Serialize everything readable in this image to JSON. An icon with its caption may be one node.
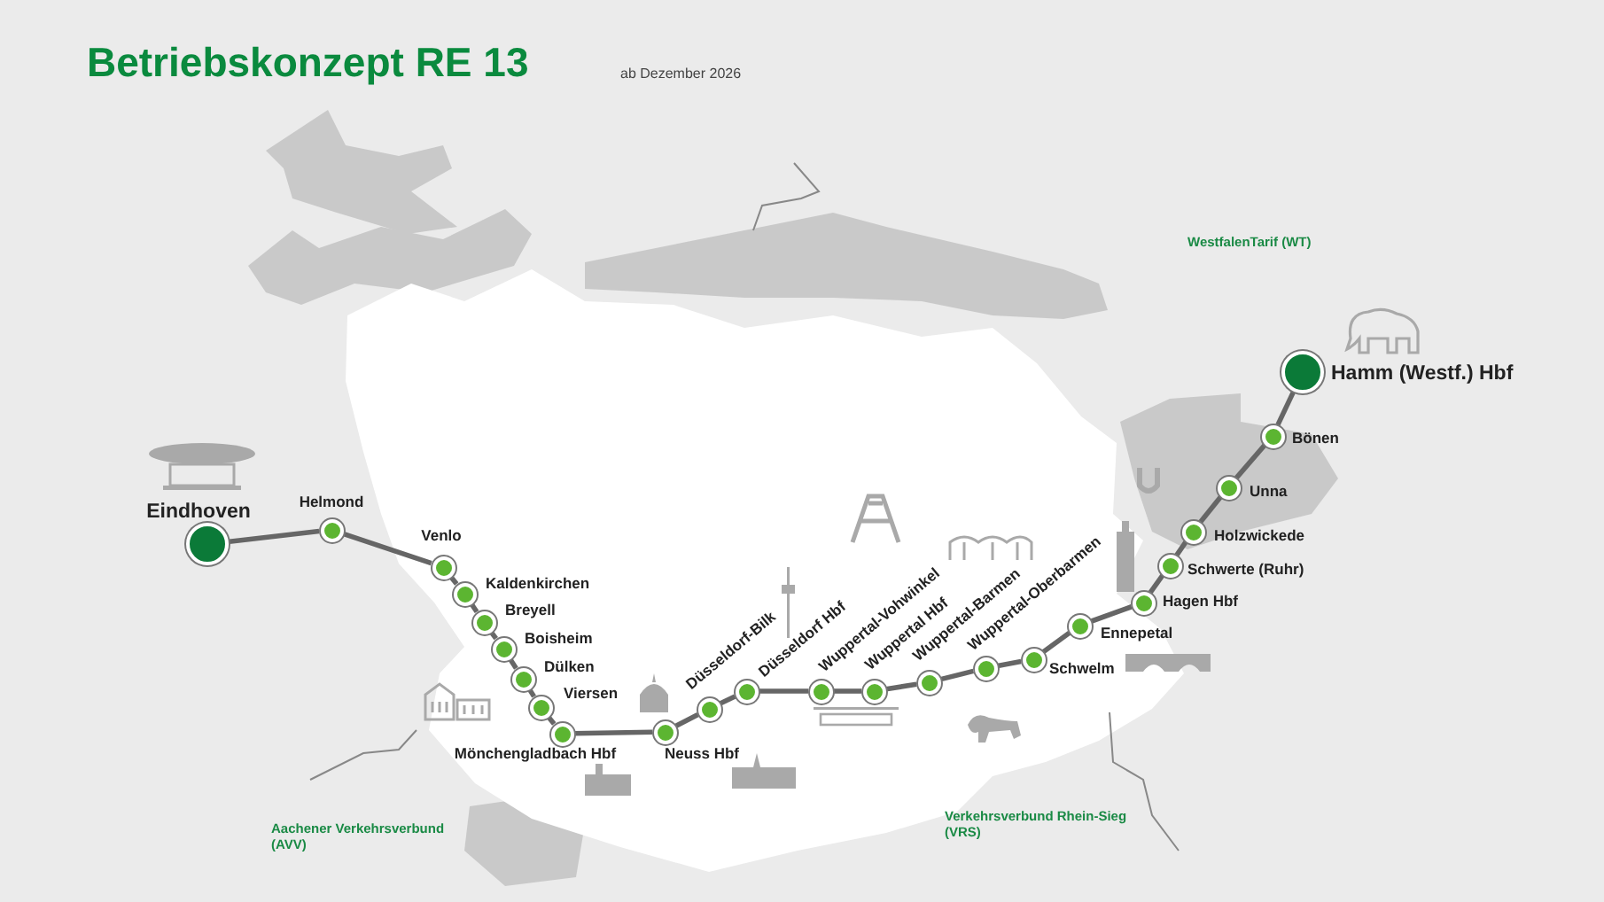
{
  "diagram": {
    "title": "Betriebskonzept RE 13",
    "nodes": [
      {
        "text": [
          "Eindhoven"
        ]
      },
      {
        "text": [
          "Helmond"
        ]
      },
      {
        "text": [
          "Venlo"
        ]
      },
      {
        "text": [
          "Kaldenkirchen"
        ]
      },
      {
        "text": [
          "Breyell"
        ]
      },
      {
        "text": [
          "Boisheim"
        ]
      },
      {
        "text": [
          "Dülken"
        ]
      },
      {
        "text": [
          "Viersen"
        ]
      },
      {
        "text": [
          "Mönchengladbach Hbf"
        ]
      },
      {
        "text": [
          "Neuss Hbf"
        ]
      },
      {
        "text": [
          "Düsseldorf-Bilk"
        ]
      },
      {
        "text": [
          "Düsseldorf Hbf"
        ]
      },
      {
        "text": [
          "Wuppertal-Vohwinkel"
        ]
      },
      {
        "text": [
          "Wuppertal Hbf"
        ]
      },
      {
        "text": [
          "Wuppertal-Barmen"
        ]
      },
      {
        "text": [
          "Wuppertal-Oberbarmen"
        ]
      },
      {
        "text": [
          "Schwelm"
        ]
      },
      {
        "text": [
          "Ennepetal"
        ]
      },
      {
        "text": [
          "Hagen Hbf"
        ]
      },
      {
        "text": [
          "Schwerte (Ruhr)"
        ]
      },
      {
        "text": [
          "Holzwickede"
        ]
      },
      {
        "text": [
          "Unna"
        ]
      },
      {
        "text": [
          "Bönen"
        ]
      },
      {
        "text": [
          "Hamm (Westf.) Hbf"
        ]
      }
    ],
    "edges": [
      {
        "from": 0,
        "to": 1,
        "arrow": "none"
      },
      {
        "from": 1,
        "to": 2,
        "arrow": "none"
      },
      {
        "from": 2,
        "to": 3,
        "arrow": "none"
      },
      {
        "from": 3,
        "to": 4,
        "arrow": "none"
      },
      {
        "from": 4,
        "to": 5,
        "arrow": "none"
      },
      {
        "from": 5,
        "to": 6,
        "arrow": "none"
      },
      {
        "from": 6,
        "to": 7,
        "arrow": "none"
      },
      {
        "from": 7,
        "to": 8,
        "arrow": "none"
      },
      {
        "from": 8,
        "to": 9,
        "arrow": "none"
      },
      {
        "from": 9,
        "to": 10,
        "arrow": "none"
      },
      {
        "from": 10,
        "to": 11,
        "arrow": "none"
      },
      {
        "from": 11,
        "to": 12,
        "arrow": "none"
      },
      {
        "from": 12,
        "to": 13,
        "arrow": "none"
      },
      {
        "from": 13,
        "to": 14,
        "arrow": "none"
      },
      {
        "from": 14,
        "to": 15,
        "arrow": "none"
      },
      {
        "from": 15,
        "to": 16,
        "arrow": "none"
      },
      {
        "from": 16,
        "to": 17,
        "arrow": "none"
      },
      {
        "from": 17,
        "to": 18,
        "arrow": "none"
      },
      {
        "from": 18,
        "to": 19,
        "arrow": "none"
      },
      {
        "from": 19,
        "to": 20,
        "arrow": "none"
      },
      {
        "from": 20,
        "to": 21,
        "arrow": "none"
      },
      {
        "from": 21,
        "to": 22,
        "arrow": "none"
      },
      {
        "from": 22,
        "to": 23,
        "arrow": "none"
      }
    ],
    "labels": [
      "ab Dezember 2026",
      "WestfalenTarif (WT)",
      "Aachener Verkehrsverbund (AVV)",
      "Verkehrsverbund Rhein-Sieg (VRS)"
    ]
  }
}
